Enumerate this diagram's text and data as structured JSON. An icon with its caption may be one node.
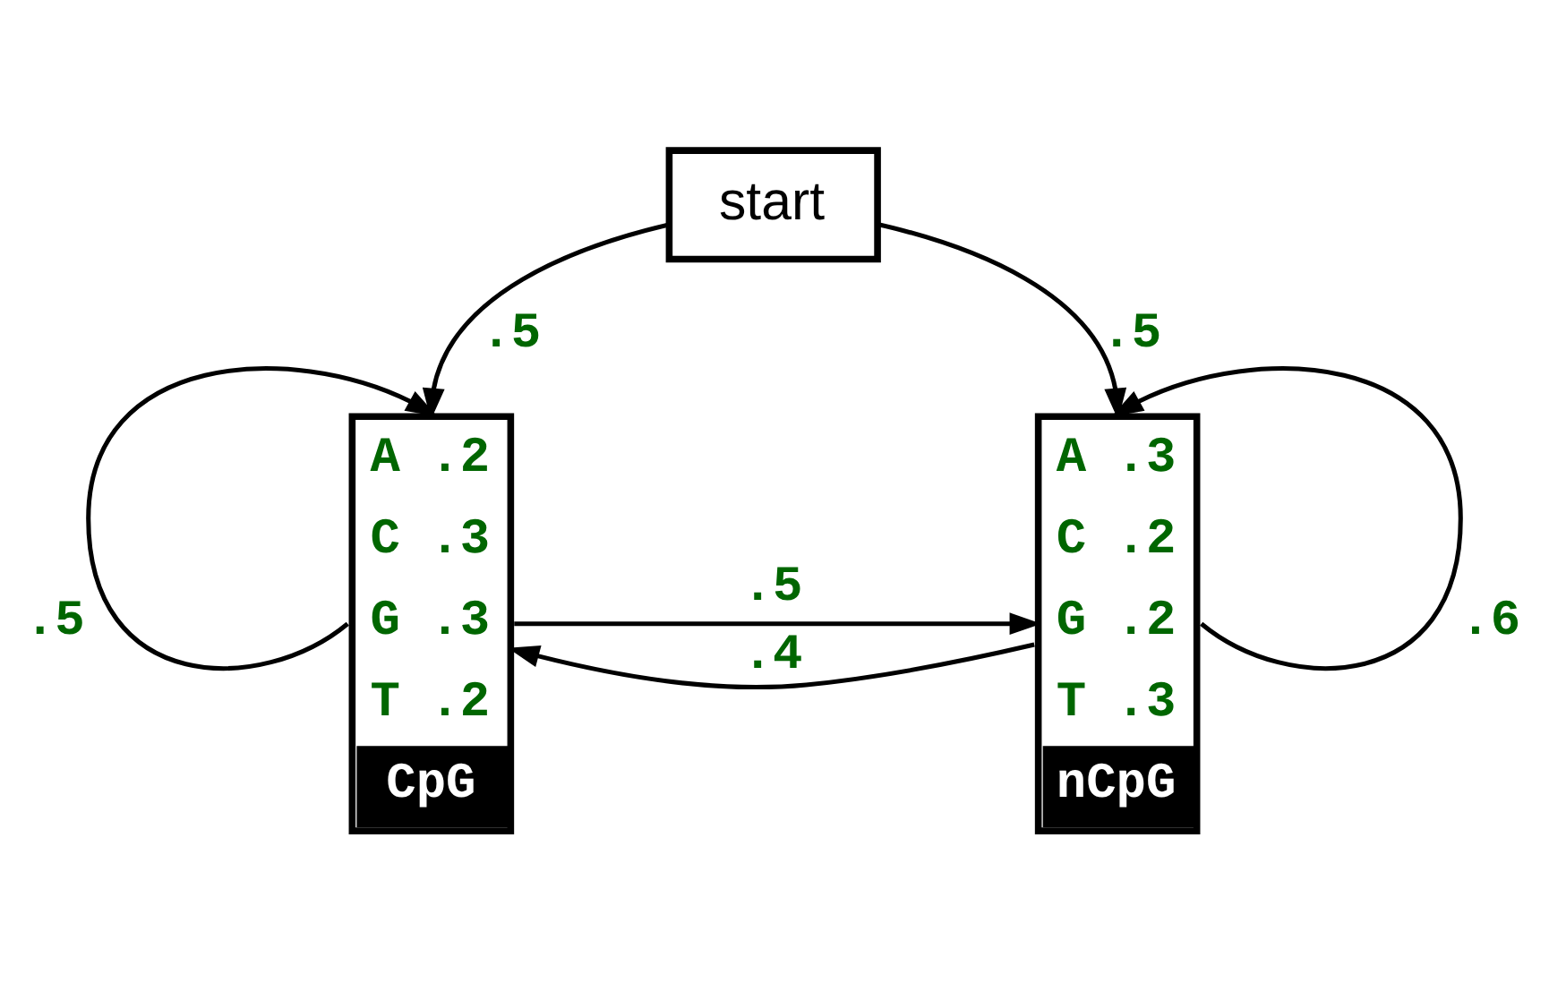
{
  "diagram": {
    "nodes": [
      {
        "text": [
          "start"
        ]
      },
      {
        "text": [
          "A .2",
          "C .3",
          "G .3",
          "T .2",
          "CpG"
        ]
      },
      {
        "text": [
          "A .3",
          "C .2",
          "G .2",
          "T .3",
          "nCpG"
        ]
      }
    ],
    "edges": [
      {
        "from": 0,
        "to": 1,
        "arrow": "to",
        "label": ".5"
      },
      {
        "from": 0,
        "to": 2,
        "arrow": "to",
        "label": ".5"
      },
      {
        "from": 1,
        "to": 1,
        "arrow": "to",
        "label": ".5"
      },
      {
        "from": 2,
        "to": 2,
        "arrow": "to",
        "label": ".6"
      },
      {
        "from": 1,
        "to": 2,
        "arrow": "to",
        "label": ".5"
      },
      {
        "from": 2,
        "to": 1,
        "arrow": "to",
        "label": ".4"
      }
    ]
  }
}
